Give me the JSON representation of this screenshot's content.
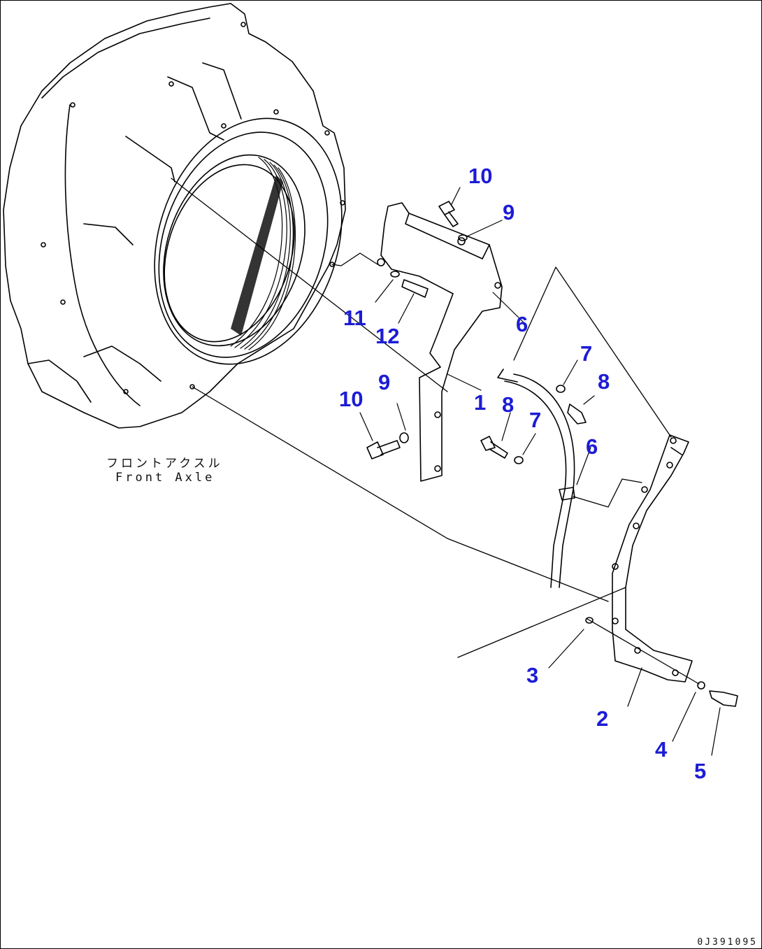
{
  "diagram": {
    "callouts": [
      "1",
      "2",
      "3",
      "4",
      "5",
      "6",
      "6",
      "7",
      "7",
      "8",
      "8",
      "9",
      "9",
      "10",
      "10",
      "11",
      "12"
    ],
    "caption_jp": "フロントアクスル",
    "caption_en": "Front Axle",
    "drawing_number": "0J391095"
  },
  "colors": {
    "callout": "#1c1cd6",
    "line": "#000000",
    "background": "#ffffff"
  }
}
